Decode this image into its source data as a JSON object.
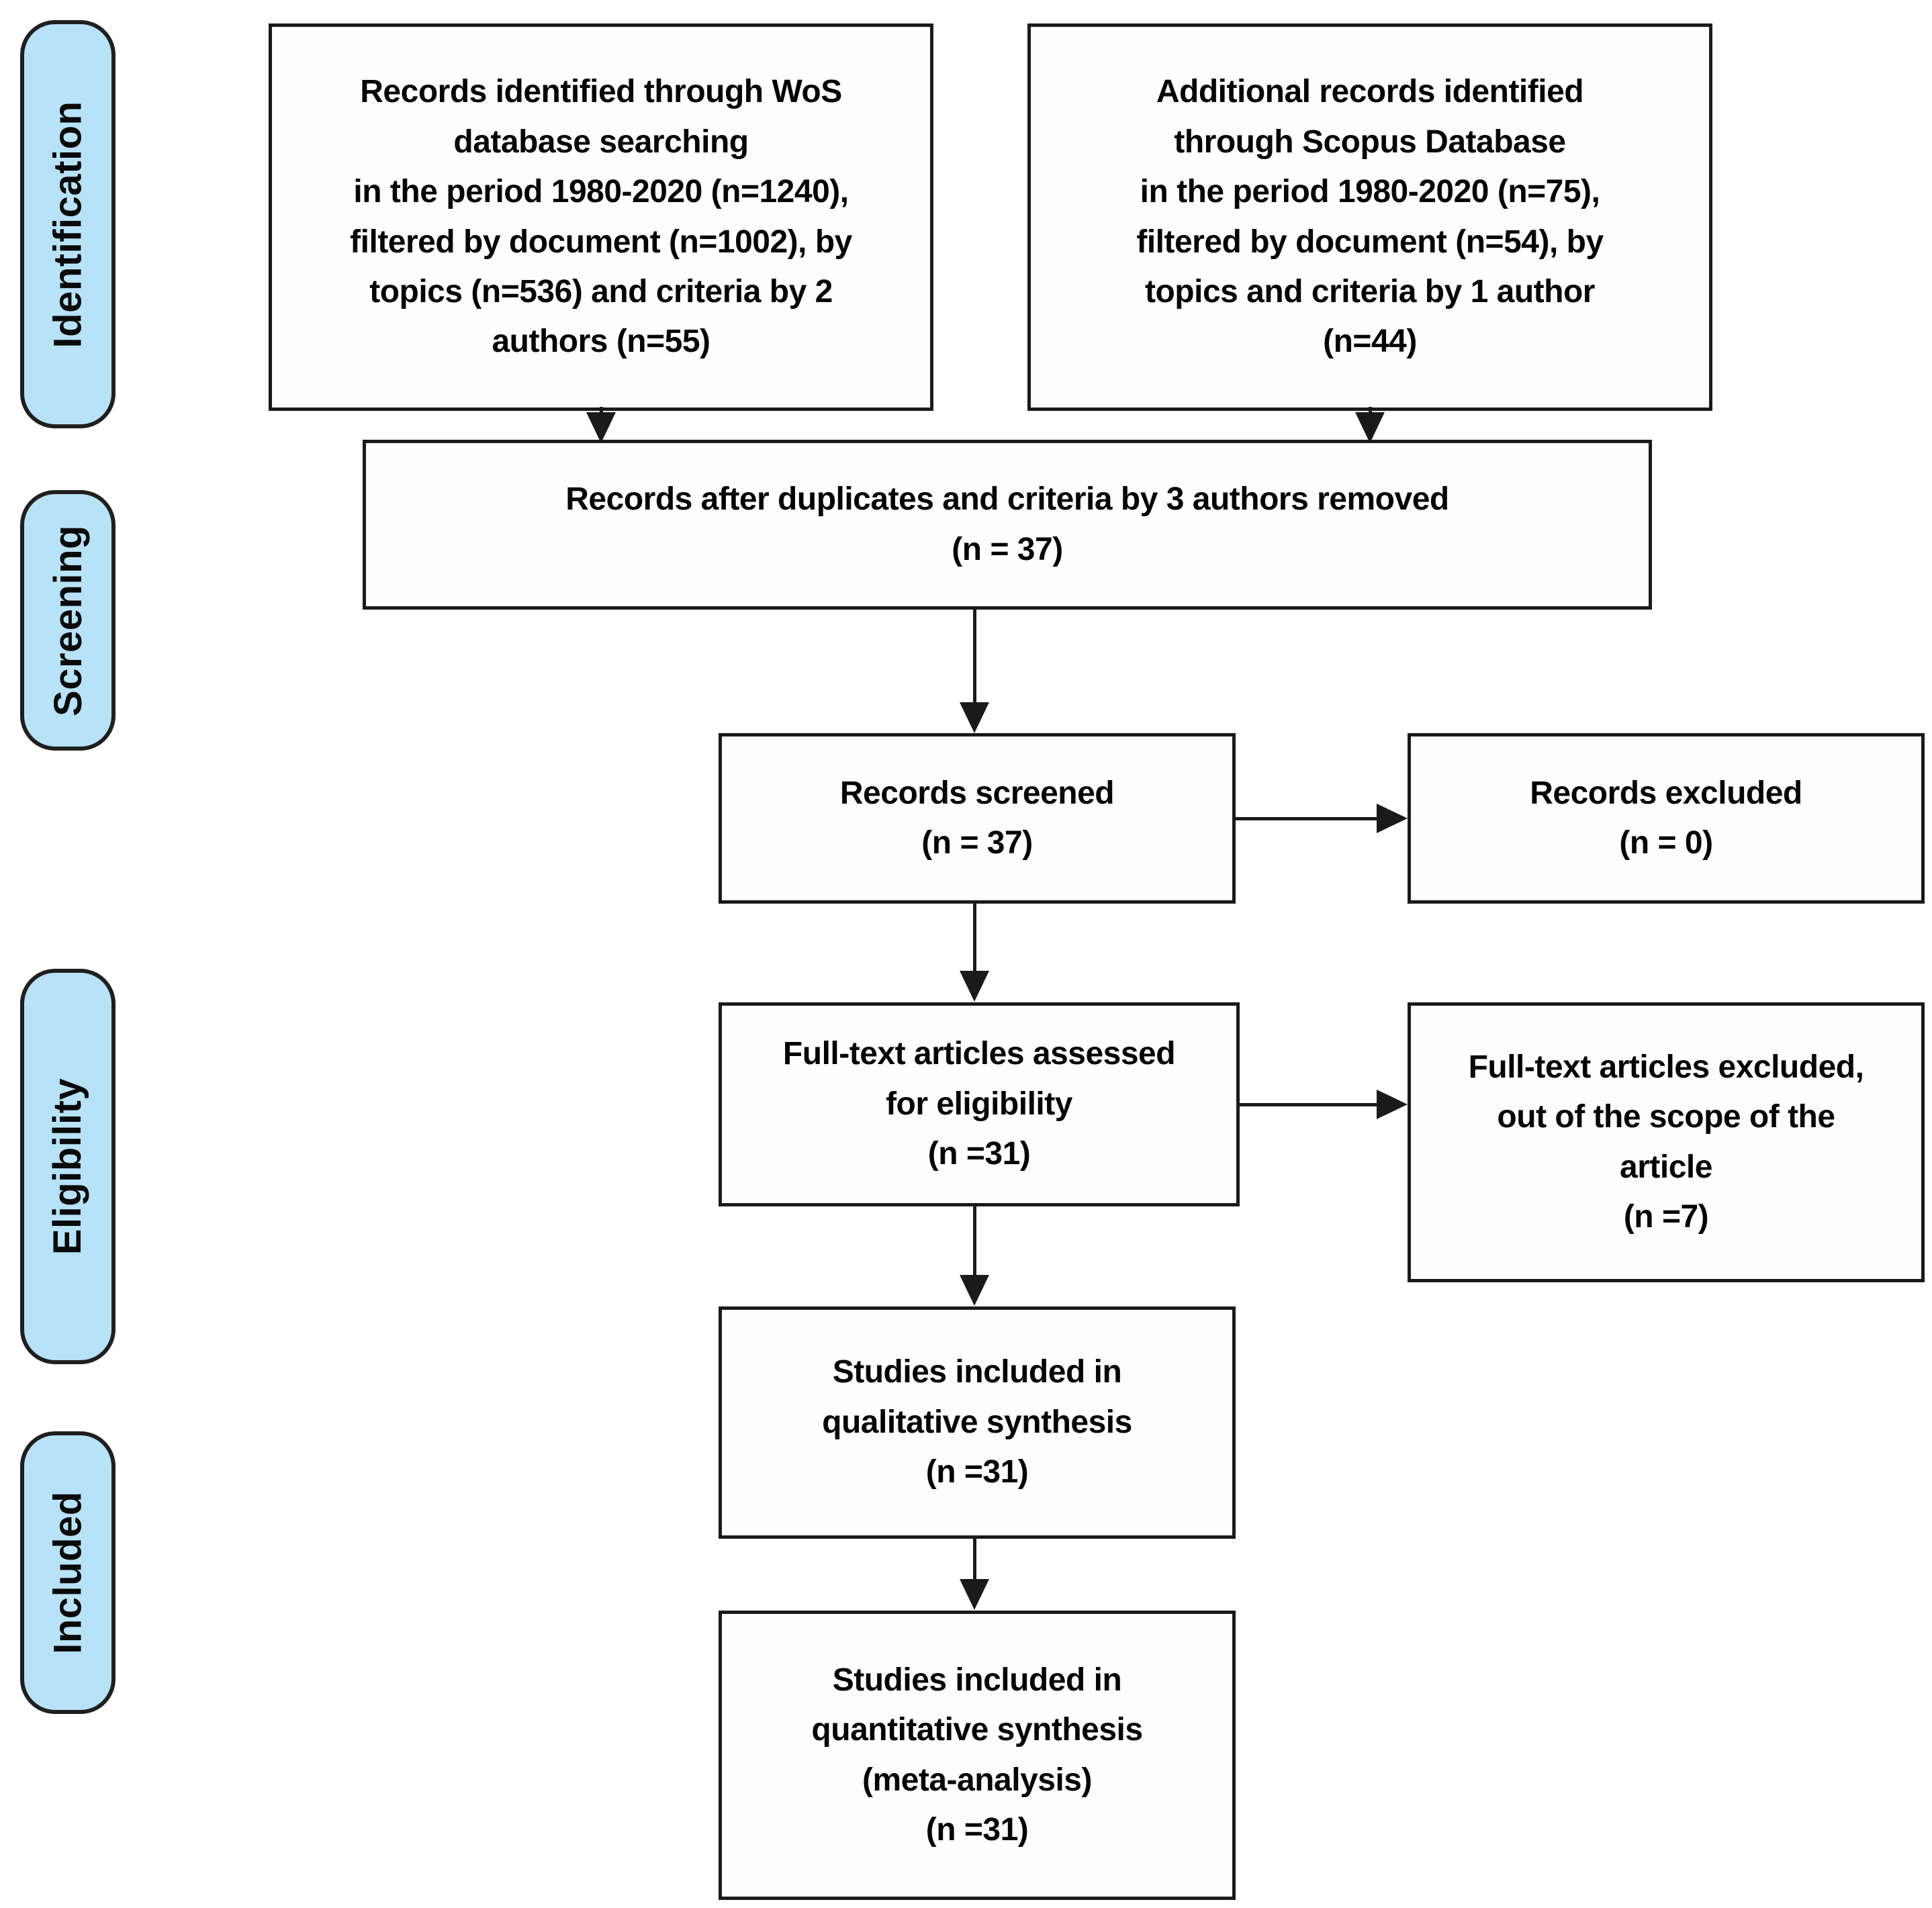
{
  "sidebar": {
    "fill_color": "#b8e2f7",
    "items": [
      {
        "label": "Identification"
      },
      {
        "label": "Screening"
      },
      {
        "label": "Eligibility"
      },
      {
        "label": "Included"
      }
    ]
  },
  "boxes": {
    "wos": {
      "text": "Records identified through WoS\ndatabase searching\nin the period 1980-2020 (n=1240),\nfiltered by document (n=1002), by\ntopics (n=536) and criteria by 2\nauthors (n=55)"
    },
    "scopus": {
      "text": "Additional records identified\nthrough Scopus Database\nin the period 1980-2020 (n=75),\nfiltered by document (n=54), by\ntopics and criteria by 1 author\n(n=44)"
    },
    "deduplicated": {
      "text": "Records after duplicates and criteria by 3 authors removed\n(n = 37)"
    },
    "screened": {
      "text": "Records screened\n(n = 37)"
    },
    "records_excluded": {
      "text": "Records excluded\n(n = 0)"
    },
    "fulltext_assessed": {
      "text": "Full-text articles assessed\nfor eligibility\n(n =31)"
    },
    "fulltext_excluded": {
      "text": "Full-text articles excluded,\nout of the scope of the\narticle\n(n =7)"
    },
    "qualitative": {
      "text": "Studies included in\nqualitative synthesis\n(n =31)"
    },
    "quantitative": {
      "text": "Studies included in\nquantitative synthesis\n(meta-analysis)\n(n =31)"
    }
  }
}
